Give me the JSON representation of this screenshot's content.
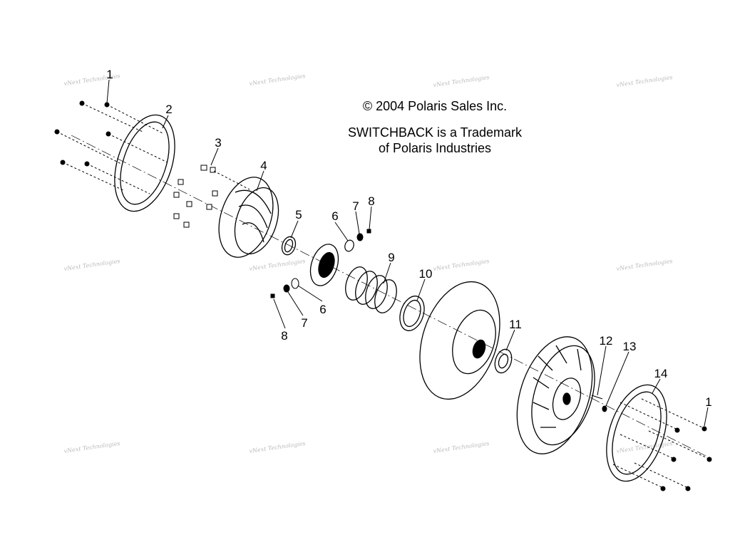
{
  "notice": {
    "copyright": "© 2004 Polaris Sales Inc.",
    "trademark_line1": "SWITCHBACK is a Trademark",
    "trademark_line2": "of Polaris Industries"
  },
  "watermark_text": "vNext Technologies",
  "callouts": [
    "1",
    "2",
    "3",
    "4",
    "5",
    "6",
    "7",
    "8",
    "9",
    "10",
    "11",
    "6",
    "7",
    "8",
    "12",
    "13",
    "14",
    "1"
  ]
}
